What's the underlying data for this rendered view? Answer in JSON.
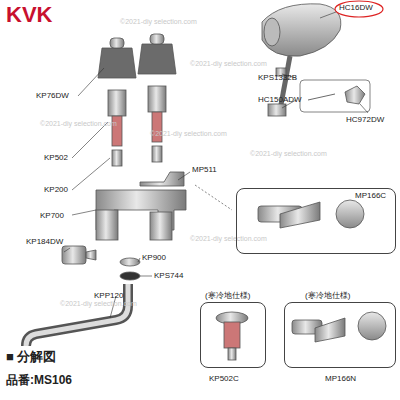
{
  "diagram": {
    "nodes": [
      {
        "text": [
          "MP166C"
        ]
      },
      {
        "text": [
          "(寒冷地仕様)",
          "KP502C"
        ]
      },
      {
        "text": [
          "(寒冷地仕様)",
          "MP166N"
        ]
      }
    ],
    "labels": [
      "KVK",
      "HC16DW",
      "KPS1332B",
      "HC150ADW",
      "HC972DW",
      "KP76DW",
      "KP502",
      "KP200",
      "MP511",
      "KP700",
      "KP184DW",
      "KP900",
      "KPS744",
      "KPP120",
      "■ 分解図",
      "品番:MS106",
      "©2021-diy selection.com",
      "©2021-diy selection.com",
      "©2021-diy selection.com",
      "©2021-diy selection.com",
      "©2021-diy selection.com",
      "©2021-diy selection.com",
      "©2021-diy selection.com"
    ]
  }
}
